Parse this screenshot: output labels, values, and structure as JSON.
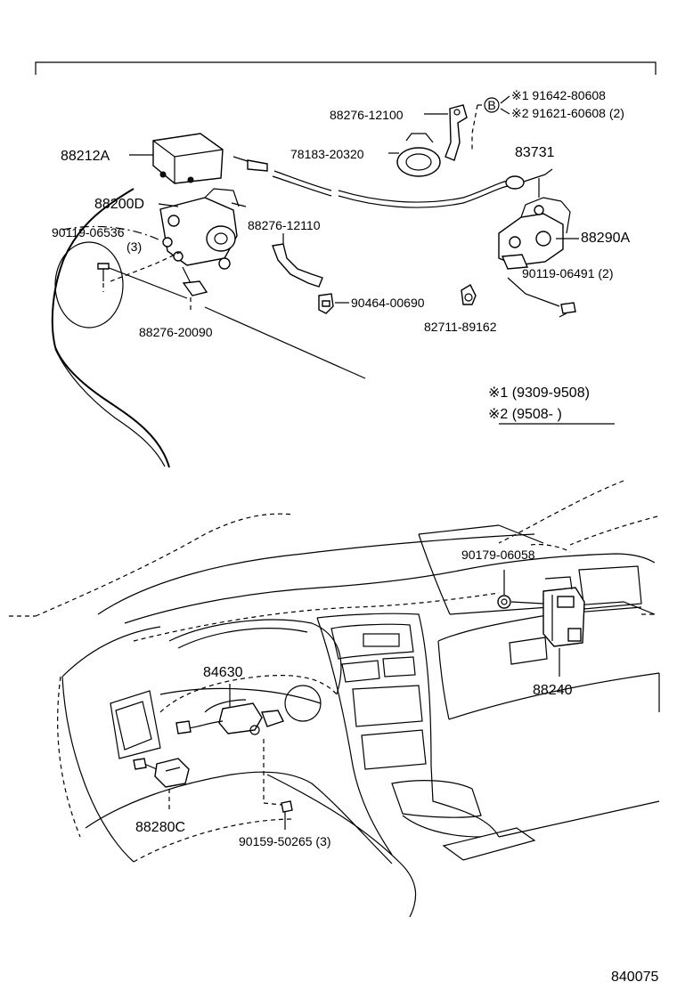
{
  "labels": {
    "p88212A": "88212A",
    "p88200D": "88200D",
    "p90119_06536": "90119-06536",
    "p90119_06536_qty": "(3)",
    "p88276_20090": "88276-20090",
    "p88276_12100": "88276-12100",
    "p78183_20320": "78183-20320",
    "p88276_12110": "88276-12110",
    "p90464_00690": "90464-00690",
    "p83731": "83731",
    "p88290A": "88290A",
    "p90119_06491": "90119-06491 (2)",
    "p82711_89162": "82711-89162",
    "p91642_80608": "※1  91642-80608",
    "p91621_60608": "※2  91621-60608 (2)",
    "circle_b": "B",
    "note1": "※1 (9309-9508)",
    "note2": "※2 (9508-      )",
    "p90179_06058": "90179-06058",
    "p88240": "88240",
    "p84630": "84630",
    "p88280C": "88280C",
    "p90159_50265": "90159-50265 (3)",
    "diagram_code": "840075"
  }
}
